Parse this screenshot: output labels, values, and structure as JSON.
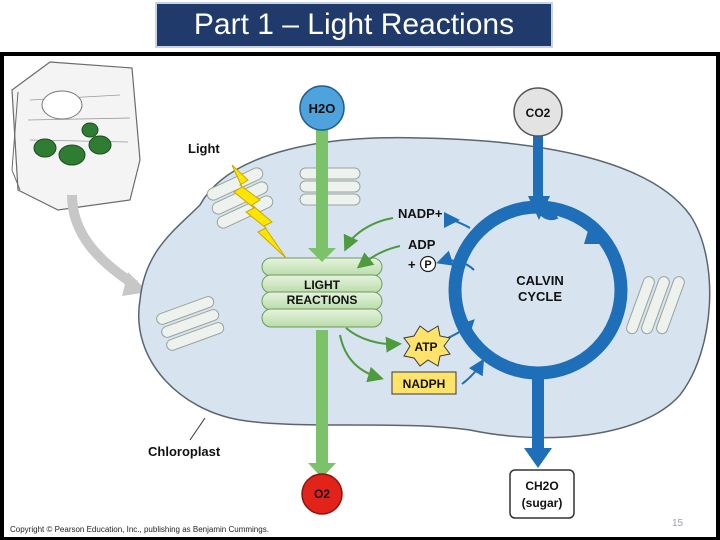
{
  "slide": {
    "title": "Part 1 – Light Reactions",
    "copyright": "Copyright © Pearson Education, Inc., publishing as Benjamin Cummings.",
    "page_number": "15"
  },
  "diagram": {
    "inputs": {
      "water": "H2O",
      "carbon_dioxide": "CO2"
    },
    "outputs": {
      "oxygen": "O2",
      "sugar_formula": "CH2O",
      "sugar_note": "(sugar)"
    },
    "light_label": "Light",
    "light_reactions_label": [
      "LIGHT",
      "REACTIONS"
    ],
    "calvin_cycle_label": [
      "CALVIN",
      "CYCLE"
    ],
    "nadp_label": "NADP+",
    "adp_label": "ADP",
    "phosphate_prefix": "+",
    "phosphate_symbol": "P",
    "atp_label": "ATP",
    "nadph_label": "NADPH",
    "chloroplast_label": "Chloroplast"
  },
  "colors": {
    "title_bg": "#1f3a6b",
    "chloroplast_fill": "#d7e4ef",
    "thylakoid_green": "#cfe8c2",
    "arrow_green": "#7cc26a",
    "calvin_blue": "#1f6fb8",
    "water_blue": "#4fa3dd",
    "oxygen_red": "#e2231a",
    "energy_yellow": "#ffe36b",
    "lightning_yellow": "#ffe600"
  }
}
